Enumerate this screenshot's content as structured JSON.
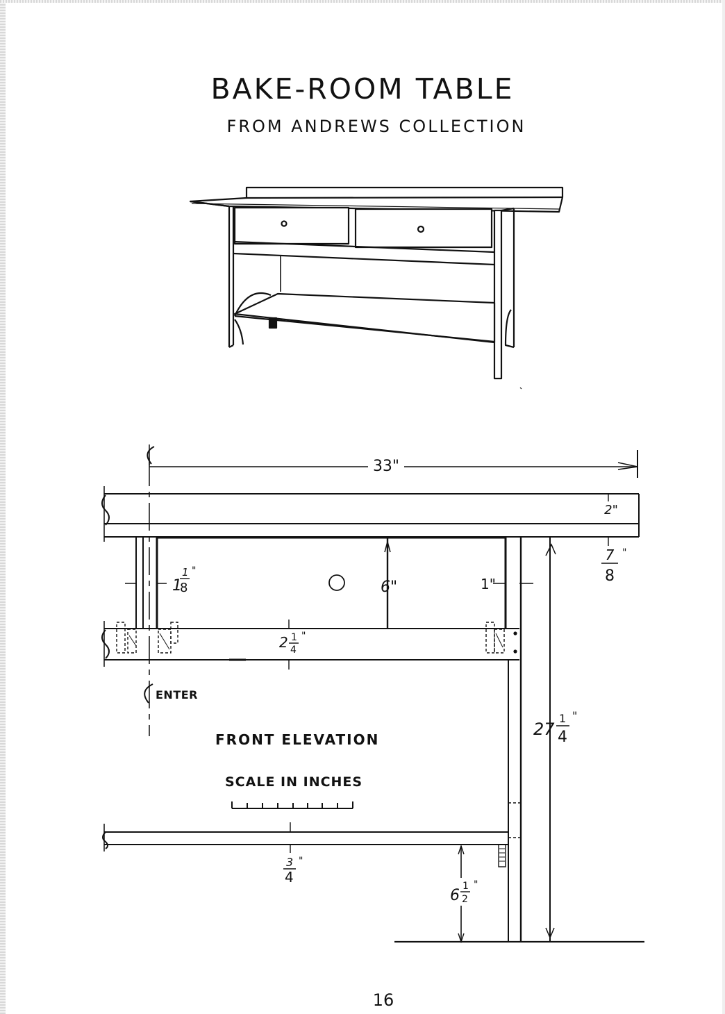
{
  "title": "BAKE-ROOM TABLE",
  "subtitle": "FROM ANDREWS COLLECTION",
  "page_number": "16",
  "elevation_title": "FRONT ELEVATION",
  "scale_label": "SCALE IN INCHES",
  "center_label": "ENTER",
  "dimensions": {
    "half_width": "33\"",
    "top_thickness": "2\"",
    "top_overhang_num": "7",
    "top_overhang_den": "8",
    "drawer_side_whole": "1",
    "drawer_side_num": "1",
    "drawer_side_den": "8",
    "drawer_depth": "6\"",
    "drawer_front_edge": "1\"",
    "rail_whole": "2",
    "rail_num": "1",
    "rail_den": "4",
    "height_whole": "27",
    "height_num": "1",
    "height_den": "4",
    "shelf_num": "3",
    "shelf_den": "4",
    "shelf_height_whole": "6",
    "shelf_height_num": "1",
    "shelf_height_den": "2"
  }
}
